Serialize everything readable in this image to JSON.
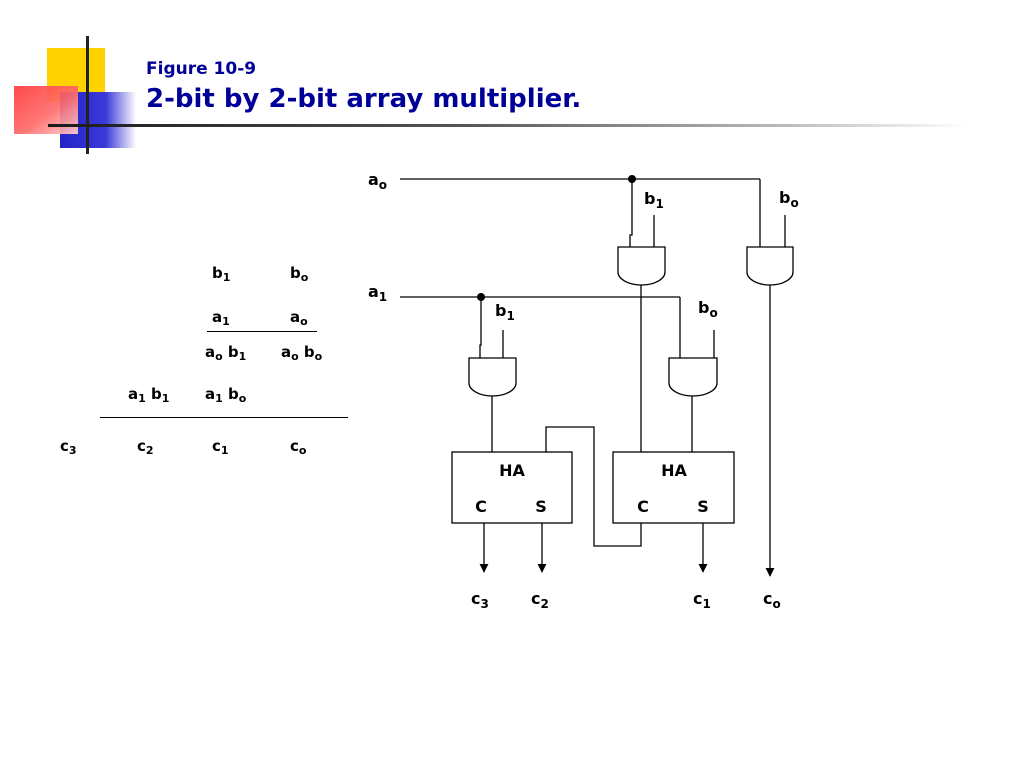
{
  "slide": {
    "figure_label": "Figure 10-9",
    "title": "2-bit by 2-bit array multiplier."
  },
  "arithmetic": {
    "row_b": [
      {
        "base": "b",
        "sub": "1"
      },
      {
        "base": "b",
        "sub": "o"
      }
    ],
    "row_a": [
      {
        "base": "a",
        "sub": "1"
      },
      {
        "base": "a",
        "sub": "o"
      }
    ],
    "partial_1": [
      {
        "parts": [
          {
            "base": "a",
            "sub": "o"
          },
          {
            "base": "b",
            "sub": "1"
          }
        ]
      },
      {
        "parts": [
          {
            "base": "a",
            "sub": "o"
          },
          {
            "base": "b",
            "sub": "o"
          }
        ]
      }
    ],
    "partial_2": [
      {
        "parts": [
          {
            "base": "a",
            "sub": "1"
          },
          {
            "base": "b",
            "sub": "1"
          }
        ]
      },
      {
        "parts": [
          {
            "base": "a",
            "sub": "1"
          },
          {
            "base": "b",
            "sub": "o"
          }
        ]
      }
    ],
    "result": [
      {
        "base": "c",
        "sub": "3"
      },
      {
        "base": "c",
        "sub": "2"
      },
      {
        "base": "c",
        "sub": "1"
      },
      {
        "base": "c",
        "sub": "o"
      }
    ]
  },
  "circuit": {
    "inputs": {
      "a0": {
        "base": "a",
        "sub": "o"
      },
      "a1": {
        "base": "a",
        "sub": "1"
      }
    },
    "gate_inputs": {
      "top_left_b": {
        "base": "b",
        "sub": "1"
      },
      "top_right_b": {
        "base": "b",
        "sub": "o"
      },
      "bottom_left_b": {
        "base": "b",
        "sub": "1"
      },
      "bottom_right_b": {
        "base": "b",
        "sub": "o"
      }
    },
    "half_adders": [
      {
        "label": "HA",
        "carry": "C",
        "sum": "S"
      },
      {
        "label": "HA",
        "carry": "C",
        "sum": "S"
      }
    ],
    "outputs": [
      {
        "base": "c",
        "sub": "3"
      },
      {
        "base": "c",
        "sub": "2"
      },
      {
        "base": "c",
        "sub": "1"
      },
      {
        "base": "c",
        "sub": "o"
      }
    ]
  }
}
